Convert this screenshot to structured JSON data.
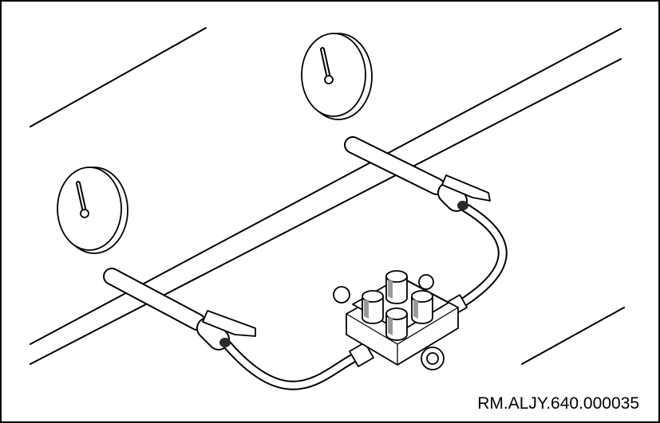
{
  "figure": {
    "reference_code": "RM.ALJY.640.000035",
    "components": [
      {
        "name": "gauge-left",
        "kind": "tyre-inflation-gauge"
      },
      {
        "name": "gauge-right",
        "kind": "tyre-inflation-gauge"
      },
      {
        "name": "hose-left",
        "kind": "air-hose"
      },
      {
        "name": "hose-right",
        "kind": "air-hose"
      },
      {
        "name": "distribution-block",
        "kind": "four-way-air-valve-block"
      }
    ]
  }
}
